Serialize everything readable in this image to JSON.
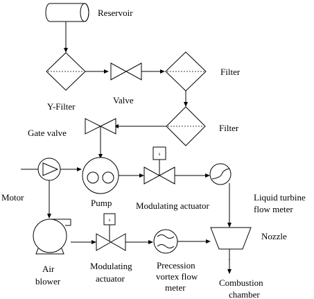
{
  "labels": {
    "reservoir": "Reservoir",
    "y_filter": "Y-Filter",
    "valve": "Valve",
    "filter_1": "Filter",
    "filter_2": "Filter",
    "gate_valve": "Gate valve",
    "motor": "Motor",
    "pump": "Pump",
    "modulating_actuator_1": "Modulating actuator",
    "liquid_turbine_flow_meter": [
      "Liquid turbine",
      "flow meter"
    ],
    "nozzle": "Nozzle",
    "air_blower": [
      "Air",
      "blower"
    ],
    "modulating_actuator_2": [
      "Modulating",
      "actuator"
    ],
    "precession_vortex_flow_meter": [
      "Precession",
      "vortex flow",
      "meter"
    ],
    "combustion_chamber": [
      "Combustion",
      "chamber"
    ],
    "actuator_box_symbol": "S"
  },
  "colors": {
    "line": "#000000",
    "background": "#ffffff"
  }
}
